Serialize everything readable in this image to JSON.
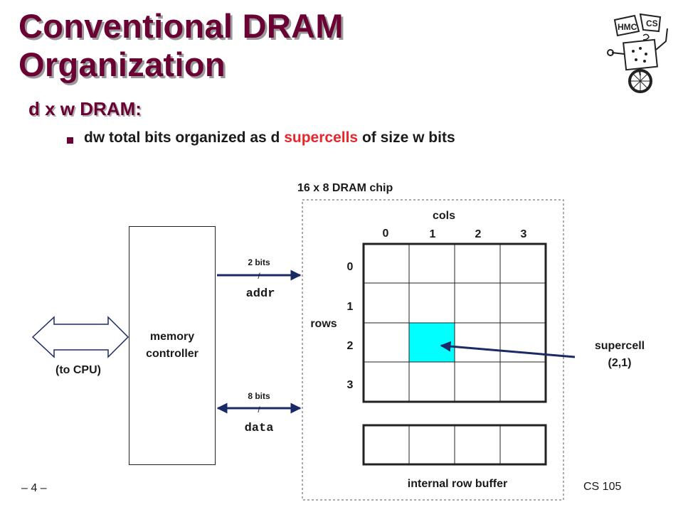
{
  "slide": {
    "title": "Conventional DRAM Organization",
    "subheading": "d x w DRAM:",
    "bullet": {
      "before": "dw total bits organized as d ",
      "highlight": "supercells",
      "after": " of size w bits"
    },
    "highlight_color": "#e8262b",
    "title_color": "#6b0033"
  },
  "diagram": {
    "chip_label": "16 x 8 DRAM chip",
    "cols_label": "cols",
    "rows_label": "rows",
    "col_numbers": [
      "0",
      "1",
      "2",
      "3"
    ],
    "row_numbers": [
      "0",
      "1",
      "2",
      "3"
    ],
    "supercell_label_line1": "supercell",
    "supercell_label_line2": "(2,1)",
    "highlighted_cell": {
      "row": 2,
      "col": 1
    },
    "highlight_fill": "#00ffff",
    "row_buffer_label": "internal row buffer",
    "memory_controller_line1": "memory",
    "memory_controller_line2": "controller",
    "cpu_label": "(to CPU)",
    "addr_bits": "2 bits",
    "addr_label": "addr",
    "data_bits": "8 bits",
    "data_label": "data",
    "slash": "/",
    "arrow_color": "#1a2a66"
  },
  "footer": {
    "page": "– 4 –",
    "course": "CS 105"
  },
  "logo": {
    "text_left": "HMC",
    "text_right": "CS"
  }
}
